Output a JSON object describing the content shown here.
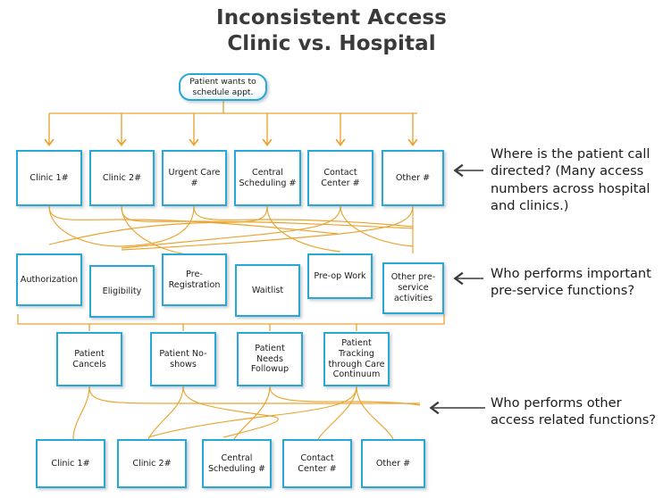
{
  "title": {
    "line1": "Inconsistent Access",
    "line2": "Clinic vs. Hospital"
  },
  "colors": {
    "node_border": "#27a8d6",
    "connector": "#eaa32e",
    "text": "#1b1b1b",
    "title": "#3a3a3a",
    "background": "#ffffff"
  },
  "start_node": {
    "label": "Patient wants to schedule appt."
  },
  "rows": [
    {
      "name": "access-points",
      "nodes": [
        {
          "label": "Clinic 1#"
        },
        {
          "label": "Clinic 2#"
        },
        {
          "label": "Urgent Care #"
        },
        {
          "label": "Central Scheduling #"
        },
        {
          "label": "Contact Center #"
        },
        {
          "label": "Other #"
        }
      ]
    },
    {
      "name": "pre-service-functions",
      "nodes": [
        {
          "label": "Authorization"
        },
        {
          "label": "Eligibility"
        },
        {
          "label": "Pre-Registration"
        },
        {
          "label": "Waitlist"
        },
        {
          "label": "Pre-op Work"
        },
        {
          "label": "Other pre-service activities"
        }
      ]
    },
    {
      "name": "access-related-functions",
      "nodes": [
        {
          "label": "Patient Cancels"
        },
        {
          "label": "Patient No-shows"
        },
        {
          "label": "Patient Needs Followup"
        },
        {
          "label": "Patient Tracking through Care Continuum"
        }
      ]
    },
    {
      "name": "owners",
      "nodes": [
        {
          "label": "Clinic 1#"
        },
        {
          "label": "Clinic 2#"
        },
        {
          "label": "Central Scheduling #"
        },
        {
          "label": "Contact Center #"
        },
        {
          "label": "Other #"
        }
      ]
    }
  ],
  "annotations": [
    {
      "text": "Where is the patient call directed? (Many access numbers across hospital and clinics.)"
    },
    {
      "text": "Who performs important pre-service functions?"
    },
    {
      "text": "Who performs other access related functions?"
    }
  ],
  "icons": {
    "arrow_left": "left-arrow-icon",
    "down_arrow": "down-arrow-icon"
  }
}
